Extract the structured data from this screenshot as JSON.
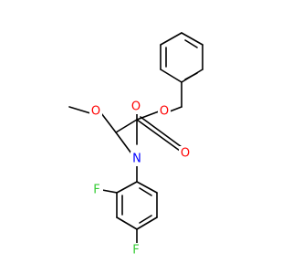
{
  "molecule": {
    "atom_labels": {
      "ester_carbonyl_o": "O",
      "ester_ether_o": "O",
      "carbamate_ether_o": "O",
      "carbamate_carbonyl_o": "O",
      "nitrogen": "N",
      "fluorine_ortho": "F",
      "fluorine_para": "F"
    },
    "colors": {
      "oxygen": "#ff0000",
      "nitrogen": "#0000ff",
      "fluorine": "#33cc33",
      "bond": "#000000",
      "background": "#ffffff"
    }
  }
}
